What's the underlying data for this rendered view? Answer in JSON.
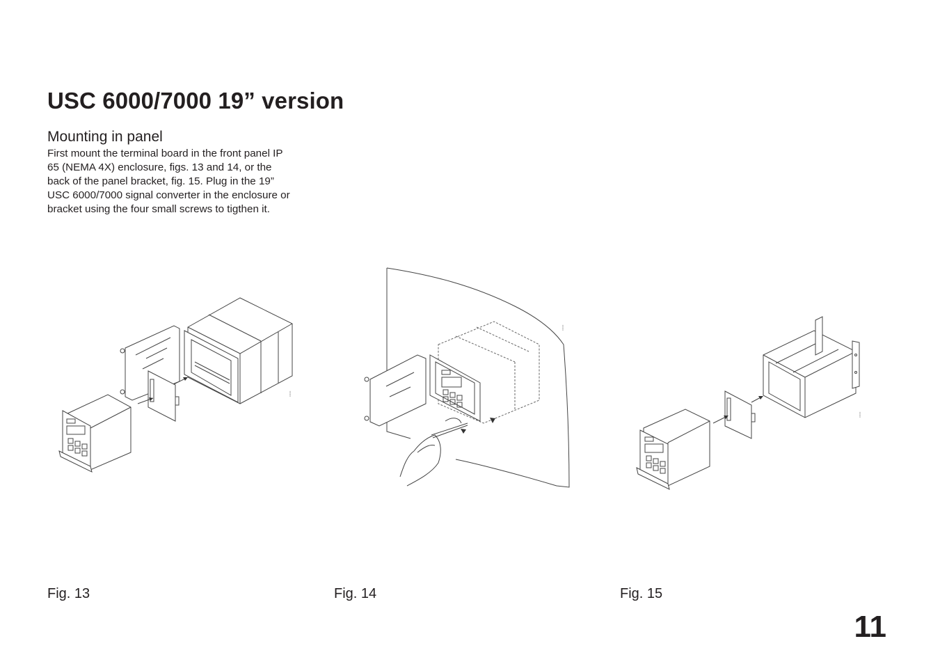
{
  "page": {
    "title": "USC 6000/7000 19” version",
    "section_heading": "Mounting in panel",
    "body_lines": [
      "First mount the terminal board in the front panel IP",
      "65 (NEMA 4X) enclosure, figs. 13 and 14, or the",
      "back of the panel bracket, fig. 15. Plug in the 19”",
      "USC 6000/7000 signal converter in the enclosure or",
      "bracket using the four small screws to tigthen it."
    ],
    "page_number": "11"
  },
  "figures": [
    {
      "caption": "Fig. 13",
      "description": "Exploded view: signal converter, terminal board and open IP 65 enclosure"
    },
    {
      "caption": "Fig. 14",
      "description": "Enclosure mounted through panel, front door open, screwdriver tightening screws"
    },
    {
      "caption": "Fig. 15",
      "description": "Exploded view: signal converter, terminal board and 19-inch panel bracket"
    }
  ]
}
